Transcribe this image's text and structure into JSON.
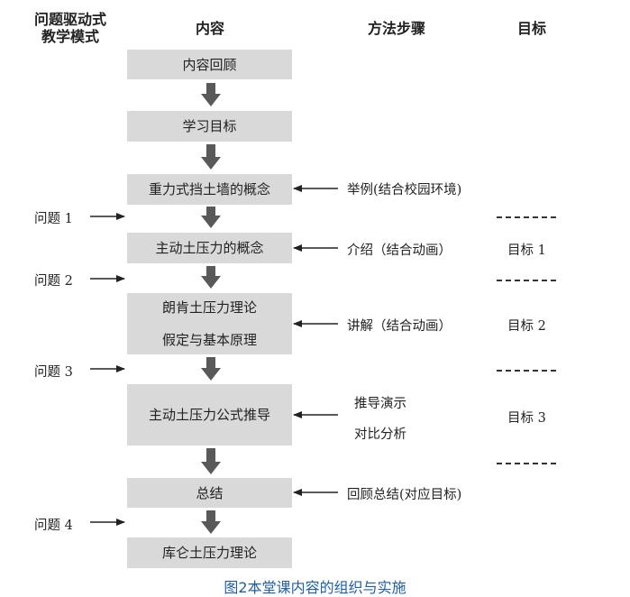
{
  "headers": {
    "mode_line1": "问题驱动式",
    "mode_line2": "教学模式",
    "content": "内容",
    "method": "方法步骤",
    "goal": "目标"
  },
  "boxes": {
    "review": "内容回顾",
    "objectives": "学习目标",
    "concept_gravity_wall": "重力式挡土墙的概念",
    "concept_active_pressure": "主动土压力的概念",
    "rankine_line1": "朗肯土压力理论",
    "rankine_line2": "假定与基本原理",
    "formula_derivation": "主动土压力公式推导",
    "summary": "总结",
    "coulomb": "库仑土压力理论"
  },
  "methods": {
    "example": "举例(结合校园环境)",
    "introduce": "介绍（结合动画）",
    "explain": "讲解（结合动画）",
    "derive_line1": "推导演示",
    "derive_line2": "对比分析",
    "review_summary": "回顾总结(对应目标)"
  },
  "questions": {
    "q1": "问题 1",
    "q2": "问题 2",
    "q3": "问题 3",
    "q4": "问题 4"
  },
  "goals": {
    "g1": "目标 1",
    "g2": "目标 2",
    "g3": "目标 3"
  },
  "caption": "图2本堂课内容的组织与实施",
  "colors": {
    "box_fill": "#d9d9d9",
    "flow_arrow": "#595959",
    "caption": "#1f5fa6"
  }
}
